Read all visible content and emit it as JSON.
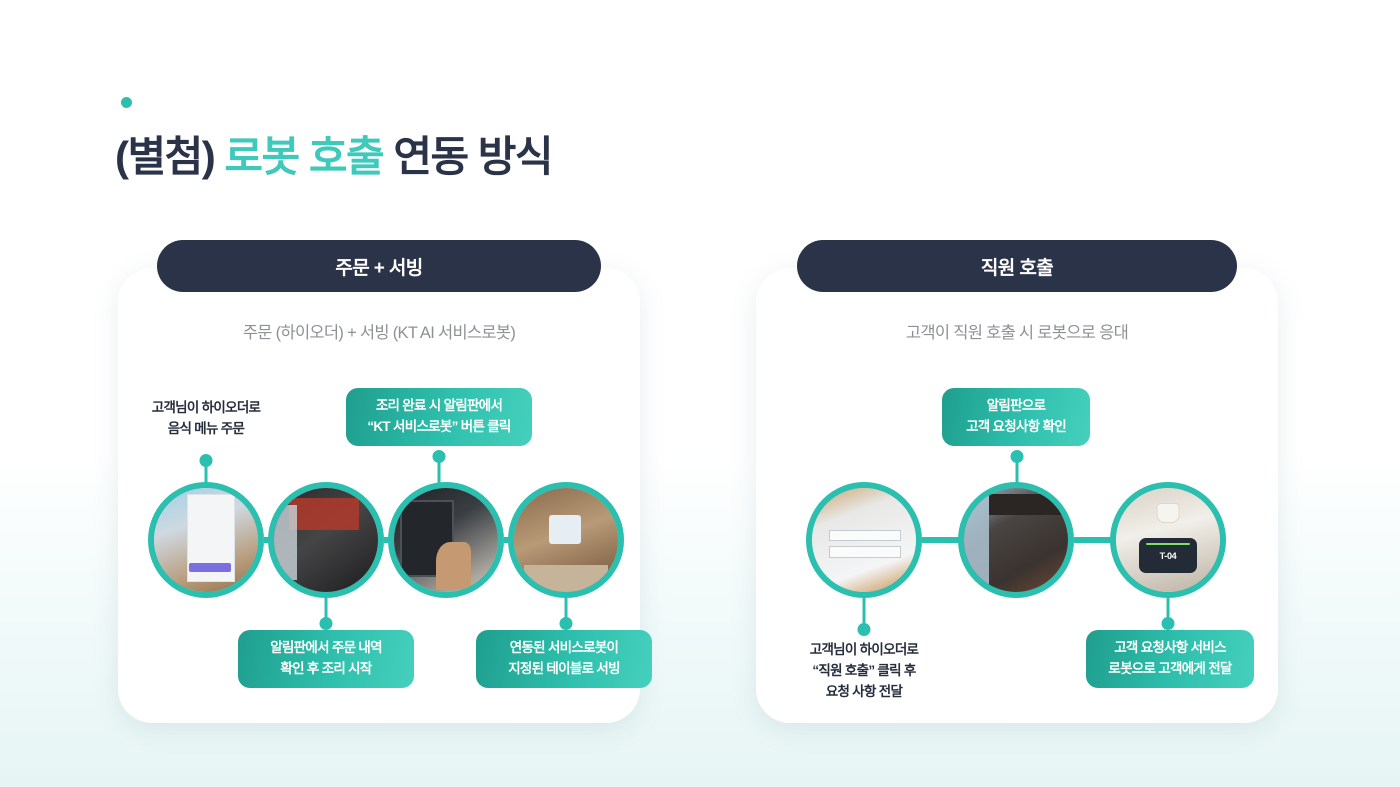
{
  "title": {
    "prefix": "(별첨) ",
    "accent": "로봇 호출",
    "suffix": " 연동 방식",
    "accent_color": "#3ec9bb",
    "base_color": "#2b3349",
    "bullet_color": "#2bbfb0"
  },
  "cards": [
    {
      "header": "주문 + 서빙",
      "subtitle": "주문 (하이오더) + 서빙 (KT AI 서비스로봇)",
      "photos": [
        {
          "caption_art": "tablet-order",
          "alt": "고객이 하이오더 태블릿으로 주문"
        },
        {
          "caption_art": "kiosk-dark",
          "alt": "주방 알림판 화면"
        },
        {
          "caption_art": "kiosk-touch",
          "alt": "알림판 버튼 터치"
        },
        {
          "caption_art": "serving-table",
          "alt": "서비스로봇 테이블 서빙"
        }
      ],
      "callouts": {
        "top_plain": "고객님이 하이오더로\n음식 메뉴 주문",
        "top_box": "조리 완료 시 알림판에서\n“KT 서비스로봇” 버튼 클릭",
        "bottom_box_1": "알림판에서 주문 내역\n확인 후 조리 시작",
        "bottom_box_2": "연동된 서비스로봇이\n지정된 테이블로 서빙"
      }
    },
    {
      "header": "직원 호출",
      "subtitle": "고객이 직원 호출 시 로봇으로 응대",
      "photos": [
        {
          "caption_art": "hiorder-form",
          "alt": "하이오더 직원 호출 요청 화면"
        },
        {
          "caption_art": "staff-board",
          "alt": "알림판 고객 요청사항 확인"
        },
        {
          "caption_art": "robot",
          "alt": "서비스로봇 T-04 테이블 이동",
          "screen_code": "T-04"
        }
      ],
      "callouts": {
        "top_box": "알림판으로\n고객 요청사항 확인",
        "bottom_plain": "고객님이 하이오더로\n“직원 호출” 클릭 후\n요청 사항 전달",
        "bottom_box": "고객 요청사항 서비스\n로봇으로 고객에게 전달"
      }
    }
  ],
  "theme": {
    "teal": "#2bbfb0",
    "teal_light": "#45d0bd",
    "teal_dark": "#1f9e8e",
    "navy": "#2b3349",
    "subtitle_gray": "#8e9194"
  }
}
